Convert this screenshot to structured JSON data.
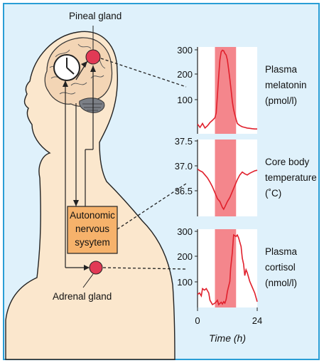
{
  "labels": {
    "pineal": "Pineal gland",
    "adrenal": "Adrenal gland",
    "ans_lines": [
      "Autonomic",
      "nervous",
      "sysytem"
    ]
  },
  "colors": {
    "frame_border": "#2a9ed6",
    "background": "#dff1fb",
    "skin": "#fbe7cd",
    "brain": "#f3d5b5",
    "gland": "#e13a55",
    "ans_box": "#f6b26b",
    "band": "#f4868c",
    "curve": "#e0202c"
  },
  "axis": {
    "xlabel": "Time (h)",
    "xticks": [
      "0",
      "24"
    ],
    "xlim": [
      0,
      24
    ],
    "band": [
      7,
      15.5
    ]
  },
  "chart_data": [
    {
      "type": "line",
      "label_lines": [
        "Plasma",
        "melatonin",
        "(pmol/l)"
      ],
      "yticks": [
        "300",
        "200",
        "100"
      ],
      "ylim": [
        30,
        300
      ],
      "x": [
        0,
        1,
        2,
        3,
        4,
        5,
        6,
        7,
        7.5,
        8,
        8.5,
        9,
        9.5,
        10,
        10.5,
        11,
        11.5,
        12,
        12.5,
        13,
        13.5,
        14,
        14.5,
        15,
        15.5,
        16,
        17,
        18,
        19,
        20,
        21,
        22,
        23,
        24
      ],
      "values": [
        60,
        50,
        62,
        48,
        55,
        65,
        72,
        80,
        95,
        150,
        210,
        260,
        285,
        290,
        288,
        280,
        275,
        260,
        230,
        200,
        165,
        130,
        105,
        90,
        75,
        62,
        56,
        52,
        50,
        48,
        47,
        46,
        45,
        45
      ]
    },
    {
      "type": "line",
      "label_lines": [
        "Core body",
        "temperature",
        "(˚C)"
      ],
      "yticks": [
        "37.5",
        "37.0",
        "36.5"
      ],
      "ylim": [
        36.2,
        37.5
      ],
      "x": [
        0,
        1,
        2,
        3,
        4,
        5,
        6,
        7,
        8,
        9,
        10,
        10.5,
        11,
        12,
        13,
        14,
        15,
        16,
        17,
        18,
        19,
        20,
        21,
        22,
        23,
        24
      ],
      "values": [
        37.0,
        36.97,
        36.95,
        36.9,
        36.85,
        36.78,
        36.7,
        36.6,
        36.5,
        36.45,
        36.35,
        36.32,
        36.36,
        36.45,
        36.52,
        36.62,
        36.72,
        36.82,
        36.9,
        36.95,
        36.92,
        36.9,
        36.93,
        36.95,
        36.97,
        36.98
      ]
    },
    {
      "type": "line",
      "label_lines": [
        "Plasma",
        "cortisol",
        "(nmol/l)"
      ],
      "yticks": [
        "300",
        "200",
        "100"
      ],
      "ylim": [
        30,
        300
      ],
      "x": [
        0,
        0.8,
        1.5,
        2,
        2.8,
        3.5,
        4.5,
        5,
        6,
        7,
        7.5,
        8,
        8.5,
        9.5,
        10,
        10.5,
        11,
        11.5,
        12,
        13,
        13.3,
        14,
        14.5,
        15.5,
        16,
        16.5,
        17.5,
        18,
        18.5,
        19,
        19.5,
        20,
        21,
        22,
        23,
        24
      ],
      "values": [
        75,
        80,
        70,
        95,
        90,
        95,
        80,
        55,
        40,
        45,
        50,
        55,
        40,
        48,
        42,
        50,
        45,
        58,
        85,
        120,
        165,
        220,
        280,
        275,
        280,
        270,
        240,
        200,
        180,
        140,
        160,
        150,
        120,
        100,
        80,
        50
      ]
    }
  ]
}
